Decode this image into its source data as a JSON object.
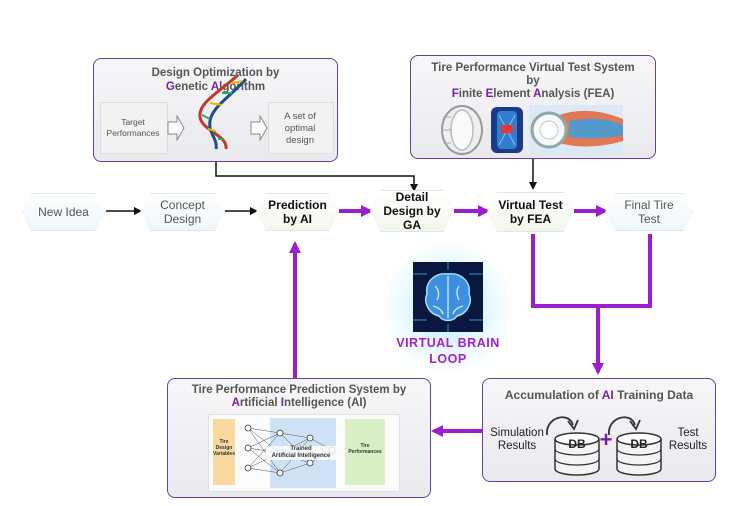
{
  "ga_panel": {
    "title_line1": "Design Optimization by",
    "title_line2_parts": [
      "G",
      "enetic ",
      "A",
      "lgorithm"
    ],
    "left_label": "Target Performances",
    "right_label": "A set of optimal design"
  },
  "fea_panel": {
    "title_line1": "Tire Performance Virtual Test System",
    "title_line2": "by",
    "title_line3_parts": [
      "F",
      "inite ",
      "E",
      "lement ",
      "A",
      "nalysis (FEA)"
    ]
  },
  "flow": {
    "new_idea": "New Idea",
    "concept_design": [
      "Concept",
      "Design"
    ],
    "prediction": [
      "Prediction",
      "by AI"
    ],
    "detail_design": [
      "Detail",
      "Design by",
      "GA"
    ],
    "virtual_test": [
      "Virtual Test",
      "by FEA"
    ],
    "final_test": [
      "Final Tire",
      "Test"
    ]
  },
  "brain": {
    "line1": "VIRTUAL BRAIN",
    "line2": "LOOP"
  },
  "ai_panel": {
    "title_line1": "Tire Performance Prediction System by",
    "title_line2_parts": [
      "A",
      "rtificial ",
      "I",
      "ntelligence (AI)"
    ],
    "inputs_label": [
      "Tire",
      "Design",
      "Variables"
    ],
    "network_label": [
      "Trained",
      "Artificial Intelligence"
    ],
    "outputs_label": [
      "Tire",
      "Performances"
    ]
  },
  "data_panel": {
    "title_parts": [
      "Accumulation of ",
      "AI",
      " Training Data"
    ],
    "left_label": [
      "Simulation",
      "Results"
    ],
    "right_label": [
      "Test",
      "Results"
    ],
    "db_label": "DB",
    "plus": "+"
  },
  "colors": {
    "accent": "#9b1fd0",
    "panel_border": "#6b3fa0",
    "arrow_black": "#111111"
  }
}
